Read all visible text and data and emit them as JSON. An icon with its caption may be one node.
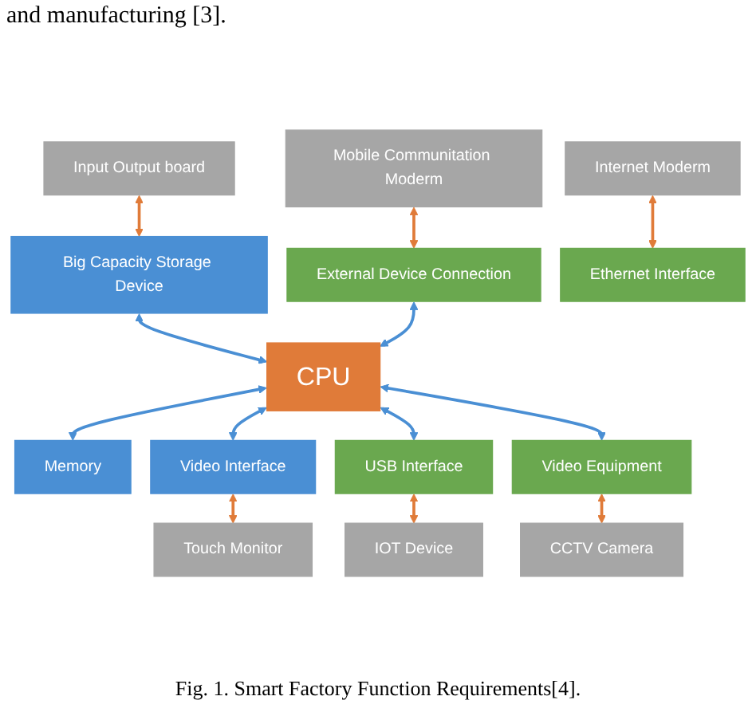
{
  "diagram": {
    "caption": "Fig. 1. Smart Factory Function Requirements[4].",
    "nodes": [
      {
        "text": [
          "Input Output board"
        ]
      },
      {
        "text": [
          "Mobile Communitation Moderm"
        ]
      },
      {
        "text": [
          "Big Capacity Storage Device"
        ]
      },
      {
        "text": [
          "External Device Connection"
        ]
      },
      {
        "text": [
          "Internet Moderm"
        ]
      },
      {
        "text": [
          "Ethernet Interface"
        ]
      },
      {
        "text": [
          "CPU"
        ]
      },
      {
        "text": [
          "Memory"
        ]
      },
      {
        "text": [
          "Video Interface"
        ]
      },
      {
        "text": [
          "USB Interface"
        ]
      },
      {
        "text": [
          "Video Equipment"
        ]
      },
      {
        "text": [
          "Touch Monitor"
        ]
      },
      {
        "text": [
          "IOT Device"
        ]
      },
      {
        "text": [
          "CCTV Camera"
        ]
      }
    ],
    "edges": [
      {
        "from": 0,
        "to": 2,
        "arrow": "both",
        "color": "#e07b39"
      },
      {
        "from": 1,
        "to": 3,
        "arrow": "both",
        "color": "#e07b39"
      },
      {
        "from": 4,
        "to": 5,
        "arrow": "both",
        "color": "#e07b39"
      },
      {
        "from": 2,
        "to": 6,
        "arrow": "both",
        "color": "#4a8fd4"
      },
      {
        "from": 3,
        "to": 6,
        "arrow": "both",
        "color": "#4a8fd4"
      },
      {
        "from": 6,
        "to": 7,
        "arrow": "both",
        "color": "#4a8fd4"
      },
      {
        "from": 6,
        "to": 8,
        "arrow": "both",
        "color": "#4a8fd4"
      },
      {
        "from": 6,
        "to": 9,
        "arrow": "both",
        "color": "#4a8fd4"
      },
      {
        "from": 6,
        "to": 10,
        "arrow": "both",
        "color": "#4a8fd4"
      },
      {
        "from": 8,
        "to": 11,
        "arrow": "both",
        "color": "#e07b39"
      },
      {
        "from": 9,
        "to": 12,
        "arrow": "both",
        "color": "#e07b39"
      },
      {
        "from": 10,
        "to": 13,
        "arrow": "both",
        "color": "#e07b39"
      }
    ],
    "labels": [
      "and manufacturing [3]."
    ]
  }
}
